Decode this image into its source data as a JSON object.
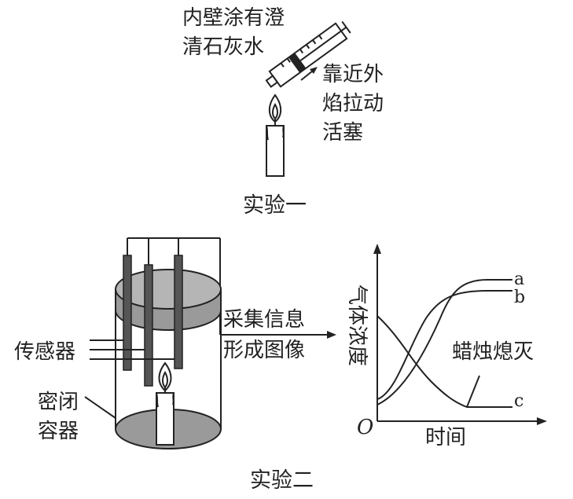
{
  "experiment1": {
    "syringe_label_line1": "内壁涂有澄",
    "syringe_label_line2": "清石灰水",
    "action_line1": "靠近外",
    "action_line2": "焰拉动",
    "action_line3": "活塞",
    "caption": "实验一"
  },
  "experiment2": {
    "sensor_label": "传感器",
    "container_line1": "密闭",
    "container_line2": "容器",
    "process_line1": "采集信息",
    "process_line2": "形成图像",
    "caption": "实验二"
  },
  "graph": {
    "ylabel": "气体浓度",
    "xlabel": "时间",
    "origin": "O",
    "event_label": "蜡烛熄灭",
    "curves": [
      {
        "name": "a"
      },
      {
        "name": "b"
      },
      {
        "name": "c"
      }
    ]
  },
  "colors": {
    "ink": "#222222",
    "sensor_fill": "#555555",
    "container_gray": "#9a9a9a"
  }
}
